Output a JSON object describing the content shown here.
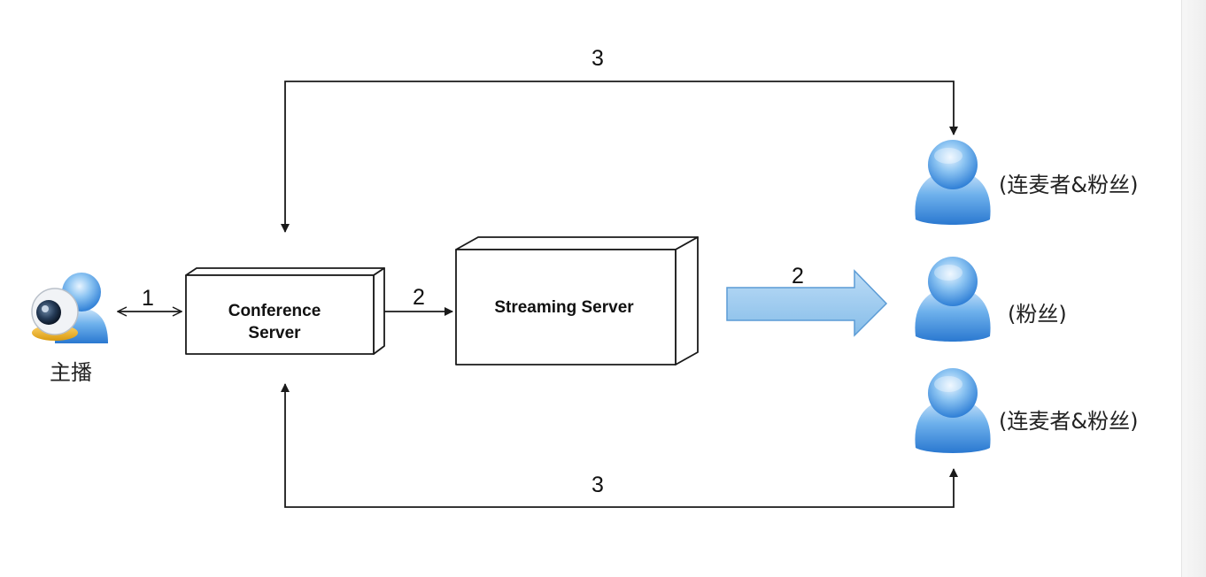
{
  "nodes": {
    "host": {
      "label": "主播",
      "icon": "webcam-user-icon"
    },
    "conference": {
      "line1": "Conference",
      "line2": "Server"
    },
    "streaming": {
      "label": "Streaming Server"
    },
    "user_top": {
      "label": "(连麦者&粉丝)",
      "icon": "user-icon"
    },
    "user_mid": {
      "label": "(粉丝)",
      "icon": "user-icon"
    },
    "user_bottom": {
      "label": "(连麦者&粉丝)",
      "icon": "user-icon"
    }
  },
  "edges": {
    "host_conference": "1",
    "conference_streaming": "2",
    "streaming_users": "2",
    "top_loop": "3",
    "bottom_loop": "3"
  },
  "colors": {
    "arrow_fill": "#9ecbee",
    "arrow_stroke": "#5b9bd5",
    "user_blue": "#3f8fe0"
  }
}
